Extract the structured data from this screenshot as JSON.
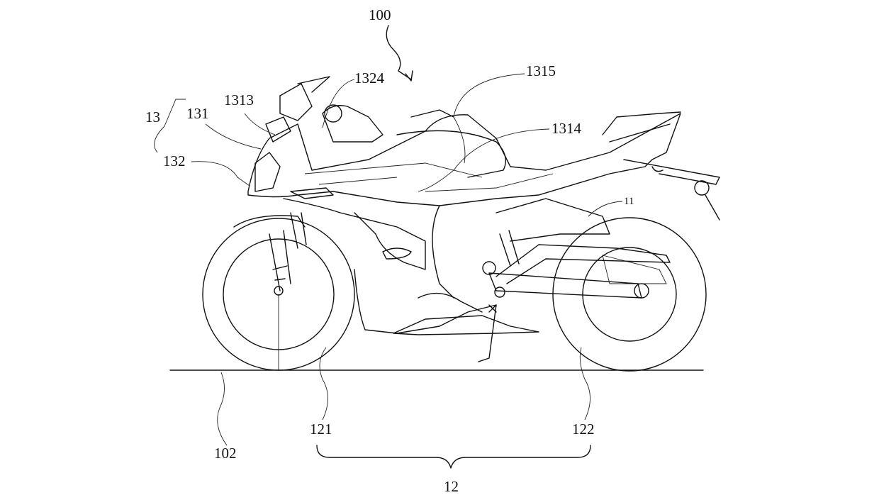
{
  "figure": {
    "reference_numerals": {
      "vehicle": "100",
      "instrument": "1324",
      "tank_cover": "1315",
      "mirror": "1313",
      "body_cover": "13",
      "front_fairing": "131",
      "side_panel": "1314",
      "headlight": "132",
      "frame": "11",
      "ground": "102",
      "front_wheel": "121",
      "rear_wheel": "122",
      "wheels": "12"
    },
    "colors": {
      "line": "#111111",
      "background": "#ffffff"
    }
  }
}
